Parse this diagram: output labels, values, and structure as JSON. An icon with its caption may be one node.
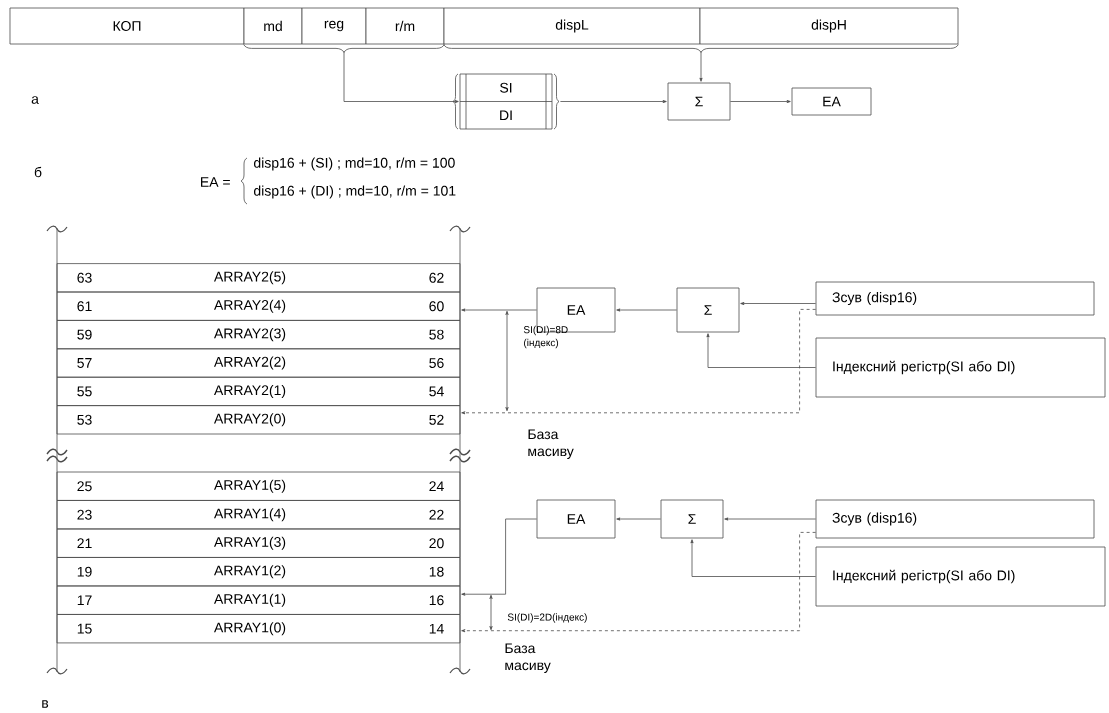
{
  "diagram": {
    "nodes": [
      {
        "text": [
          "КОП"
        ]
      },
      {
        "text": [
          "md"
        ]
      },
      {
        "text": [
          "reg"
        ]
      },
      {
        "text": [
          "r/m"
        ]
      },
      {
        "text": [
          "dispL"
        ]
      },
      {
        "text": [
          "dispH"
        ]
      },
      {
        "text": [
          "SI",
          "DI"
        ]
      },
      {
        "text": [
          "Σ"
        ]
      },
      {
        "text": [
          "EA"
        ]
      },
      {
        "text": [
          "63",
          "ARRAY2(5)",
          "62"
        ]
      },
      {
        "text": [
          "61",
          "ARRAY2(4)",
          "60"
        ]
      },
      {
        "text": [
          "59",
          "ARRAY2(3)",
          "58"
        ]
      },
      {
        "text": [
          "57",
          "ARRAY2(2)",
          "56"
        ]
      },
      {
        "text": [
          "55",
          "ARRAY2(1)",
          "54"
        ]
      },
      {
        "text": [
          "53",
          "ARRAY2(0)",
          "52"
        ]
      },
      {
        "text": [
          "EA"
        ]
      },
      {
        "text": [
          "Σ"
        ]
      },
      {
        "text": [
          "Зсув (disp16)"
        ]
      },
      {
        "text": [
          "Індексний регістр(SI або DI)"
        ]
      },
      {
        "text": [
          "25",
          "ARRAY1(5)",
          "24"
        ]
      },
      {
        "text": [
          "23",
          "ARRAY1(4)",
          "22"
        ]
      },
      {
        "text": [
          "21",
          "ARRAY1(3)",
          "20"
        ]
      },
      {
        "text": [
          "19",
          "ARRAY1(2)",
          "18"
        ]
      },
      {
        "text": [
          "17",
          "ARRAY1(1)",
          "16"
        ]
      },
      {
        "text": [
          "15",
          "ARRAY1(0)",
          "14"
        ]
      },
      {
        "text": [
          "EA"
        ]
      },
      {
        "text": [
          "Σ"
        ]
      },
      {
        "text": [
          "Зсув (disp16)"
        ]
      },
      {
        "text": [
          "Індексний регістр(SI або DI)"
        ]
      }
    ],
    "edges": [
      {
        "from": 1,
        "to": 6,
        "arrow": "to"
      },
      {
        "from": 2,
        "to": 6,
        "arrow": "to"
      },
      {
        "from": 3,
        "to": 6,
        "arrow": "to"
      },
      {
        "from": 4,
        "to": 7,
        "arrow": "to"
      },
      {
        "from": 5,
        "to": 7,
        "arrow": "to"
      },
      {
        "from": 6,
        "to": 7,
        "arrow": "to"
      },
      {
        "from": 7,
        "to": 8,
        "arrow": "to"
      },
      {
        "from": 17,
        "to": 16,
        "arrow": "to"
      },
      {
        "from": 18,
        "to": 16,
        "arrow": "to"
      },
      {
        "from": 16,
        "to": 15,
        "arrow": "to"
      },
      {
        "from": 15,
        "to": 10,
        "arrow": "to"
      },
      {
        "from": 17,
        "to": 14,
        "arrow": "to",
        "style": "dashed"
      },
      {
        "from": 27,
        "to": 26,
        "arrow": "to"
      },
      {
        "from": 28,
        "to": 26,
        "arrow": "to"
      },
      {
        "from": 26,
        "to": 25,
        "arrow": "to"
      },
      {
        "from": 25,
        "to": 23,
        "arrow": "to"
      },
      {
        "from": 27,
        "to": 24,
        "arrow": "to",
        "style": "dashed"
      }
    ],
    "labels": [
      "а",
      "б",
      "EA =",
      "disp16 + (SI) ; md=10, r/m = 100",
      "disp16 + (DI) ; md=10, r/m = 101",
      "SI(DI)=8D (індекс)",
      "База масиву",
      "SI(DI)=2D(індекс)",
      "База масиву",
      "в"
    ]
  }
}
